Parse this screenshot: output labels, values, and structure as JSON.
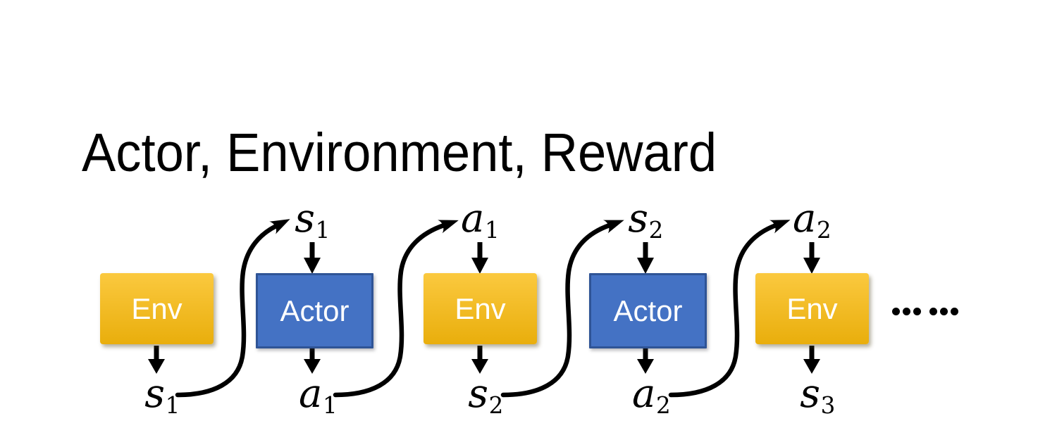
{
  "title": "Actor, Environment, Reward",
  "diagram": {
    "boxes": [
      {
        "label": "Env",
        "type": "env"
      },
      {
        "label": "Actor",
        "type": "actor"
      },
      {
        "label": "Env",
        "type": "env"
      },
      {
        "label": "Actor",
        "type": "actor"
      },
      {
        "label": "Env",
        "type": "env"
      }
    ],
    "top_labels": [
      {
        "base": "s",
        "sub": "1"
      },
      {
        "base": "a",
        "sub": "1"
      },
      {
        "base": "s",
        "sub": "2"
      },
      {
        "base": "a",
        "sub": "2"
      }
    ],
    "bottom_labels": [
      {
        "base": "s",
        "sub": "1"
      },
      {
        "base": "a",
        "sub": "1"
      },
      {
        "base": "s",
        "sub": "2"
      },
      {
        "base": "a",
        "sub": "2"
      },
      {
        "base": "s",
        "sub": "3"
      }
    ],
    "ellipsis": "……",
    "colors": {
      "env_gradient_top": "#FBC93F",
      "env_gradient_bottom": "#E9AE0C",
      "actor_fill": "#4472C4",
      "actor_border": "#2F5496",
      "arrow": "#000000",
      "box_text": "#FFFFFF",
      "title_text": "#000000"
    }
  }
}
